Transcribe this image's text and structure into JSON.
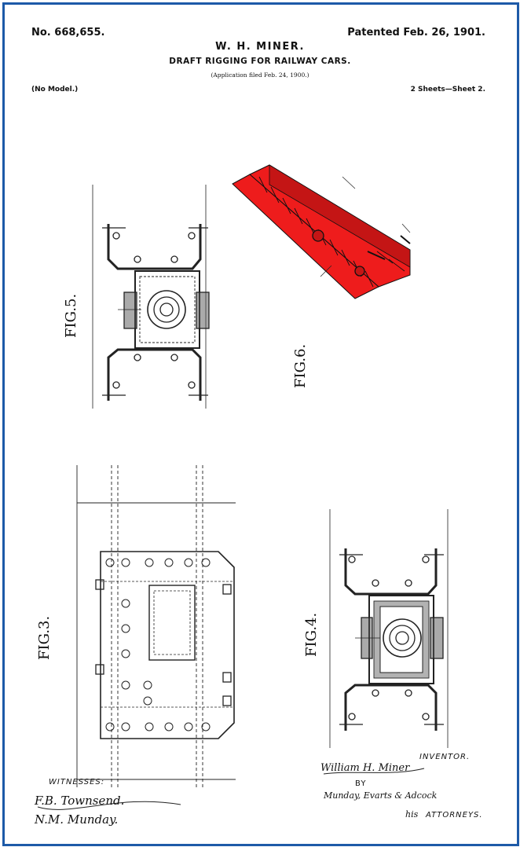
{
  "header": {
    "patent_number": "No. 668,655.",
    "patented_date": "Patented Feb. 26, 1901.",
    "inventor_name": "W. H. MINER.",
    "title": "DRAFT RIGGING FOR RAILWAY CARS.",
    "application_filed": "(Application filed Feb. 24, 1900.)",
    "model_note": "(No Model.)",
    "sheet_info": "2 Sheets—Sheet 2."
  },
  "figures": {
    "fig5": "FIG.5.",
    "fig6": "FIG.6.",
    "fig3": "FIG.3.",
    "fig4": "FIG.4."
  },
  "footer": {
    "witnesses_label": "WITNESSES:",
    "witness_1": "F.B. Townsend.",
    "witness_2": "N.M. Munday.",
    "inventor_label": "INVENTOR.",
    "inventor_signature": "William H. Miner",
    "by_label": "BY",
    "attorneys_signature": "Munday, Evarts & Adcock",
    "his_label": "his",
    "attorneys_label": "ATTORNEYS."
  },
  "colors": {
    "frame_border": "#1d5aa8",
    "fig6_highlight": "#ee1c1c",
    "ink": "#111111"
  }
}
